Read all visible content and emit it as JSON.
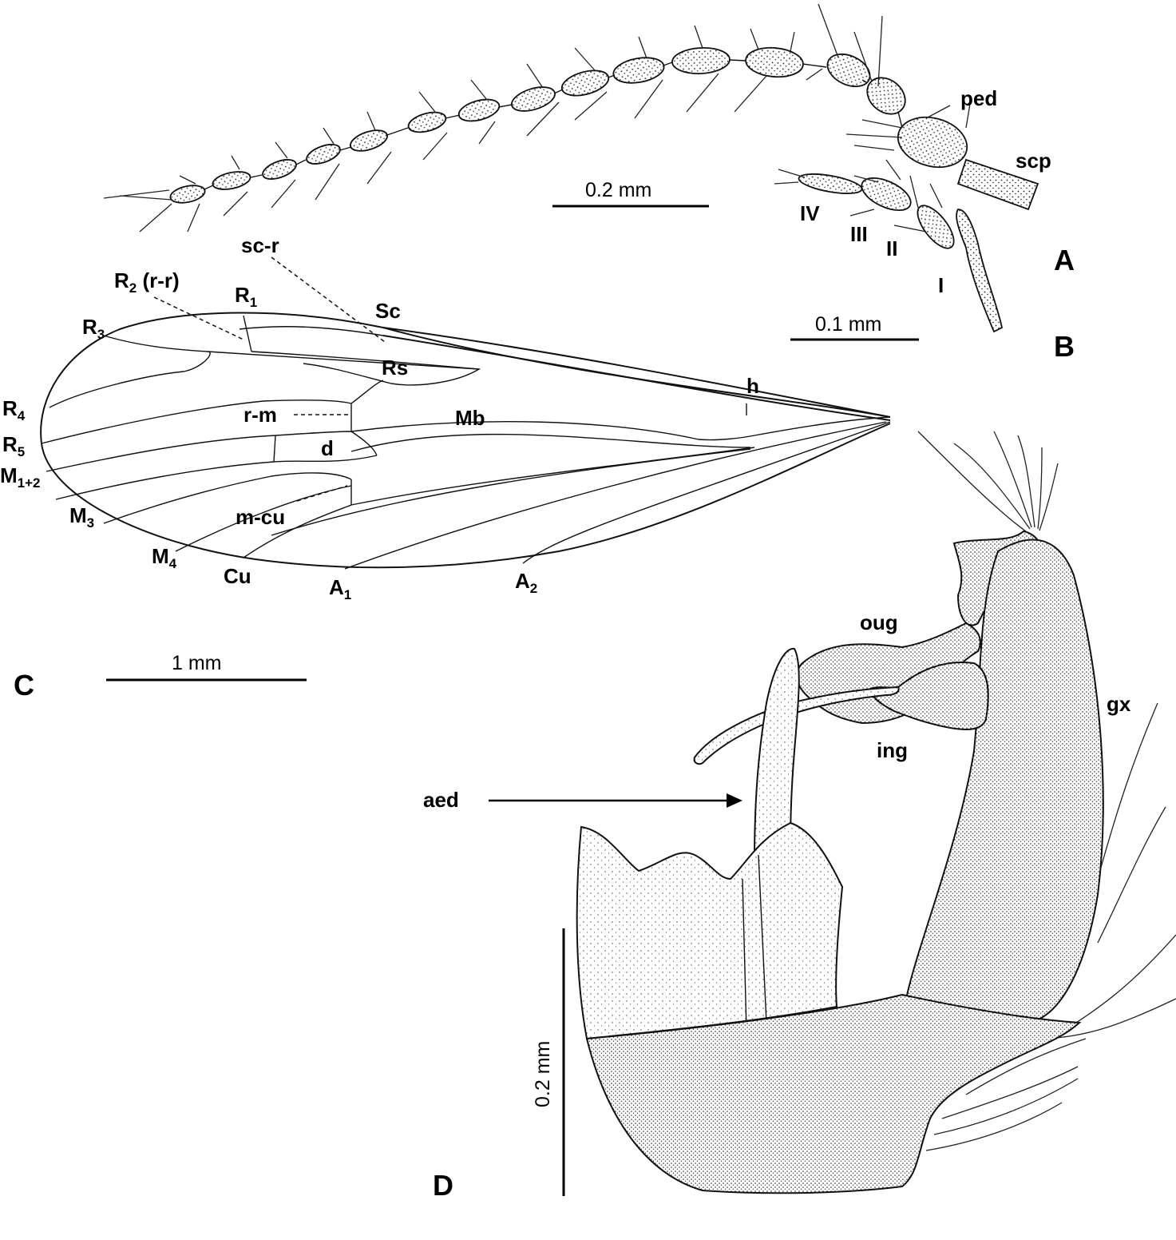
{
  "panels": {
    "a": "A",
    "b": "B",
    "c": "C",
    "d": "D"
  },
  "antenna": {
    "ped": "ped",
    "scp": "scp",
    "scale": "0.2 mm"
  },
  "palp": {
    "iv": "IV",
    "iii": "III",
    "ii": "II",
    "i": "I",
    "scale": "0.1 mm"
  },
  "wing": {
    "sc_r": "sc-r",
    "r2": "R",
    "r2_sub": "2",
    "r2_suffix": " (r-r)",
    "r1": "R",
    "r1_sub": "1",
    "sc": "Sc",
    "r3": "R",
    "r3_sub": "3",
    "rs": "Rs",
    "h": "h",
    "r4": "R",
    "r4_sub": "4",
    "rm": "r-m",
    "mb": "Mb",
    "r5": "R",
    "r5_sub": "5",
    "d": "d",
    "m12": "M",
    "m12_sub": "1+2",
    "m3": "M",
    "m3_sub": "3",
    "mcu": "m-cu",
    "m4": "M",
    "m4_sub": "4",
    "cu": "Cu",
    "a1": "A",
    "a1_sub": "1",
    "a2": "A",
    "a2_sub": "2",
    "scale": "1 mm"
  },
  "genitalia": {
    "oug": "oug",
    "gx": "gx",
    "ing": "ing",
    "aed": "aed",
    "scale": "0.2 mm"
  },
  "colors": {
    "ink": "#111111",
    "background": "#ffffff"
  }
}
